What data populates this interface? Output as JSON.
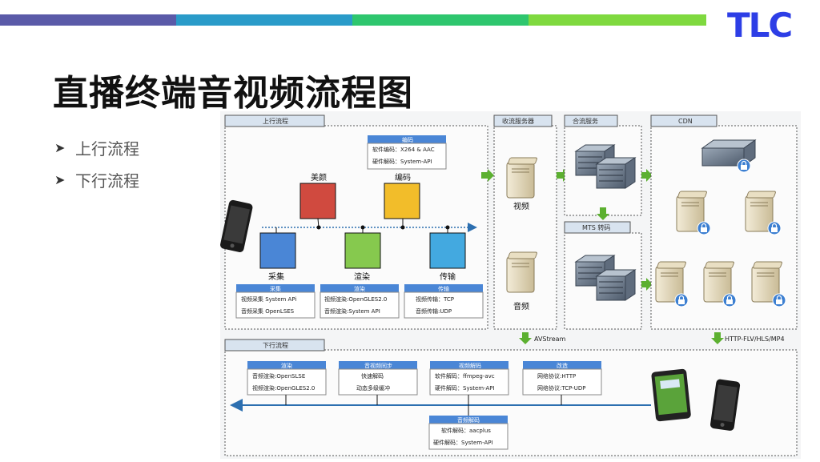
{
  "colors": {
    "bar1": "#5a5aa8",
    "bar2": "#2a9bc9",
    "bar3": "#2ec66e",
    "bar4": "#7fd93f",
    "logo": "#2d3ee6",
    "node_beauty": "#d04a3f",
    "node_encode": "#f2bd2a",
    "node_capture": "#4a86d6",
    "node_render": "#86c94e",
    "node_transmit": "#43a9e0",
    "green_arrow": "#5cb030",
    "timeline": "#2c6fb0"
  },
  "logo_text": "TLC",
  "title": "直播终端音视频流程图",
  "bullets": [
    "上行流程",
    "下行流程"
  ],
  "diagram": {
    "upstream": {
      "header": "上行流程",
      "nodes": {
        "beauty": "美颜",
        "encode": "编码",
        "capture": "采集",
        "render": "渲染",
        "transmit": "传输"
      },
      "encode_box": {
        "title": "编码",
        "items": [
          "软件编码：X264 & AAC",
          "硬件解码：System-API"
        ]
      },
      "capture_box": {
        "title": "采集",
        "items": [
          "视频采集 System APi",
          "音频采集 OpenLSES"
        ]
      },
      "render_box": {
        "title": "渲染",
        "items": [
          "视频渲染:OpenGLES2.0",
          "音频渲染:System API"
        ]
      },
      "transmit_box": {
        "title": "传输",
        "items": [
          "视频传输：TCP",
          "音频传输:UDP"
        ]
      }
    },
    "stream_server": {
      "header": "收流服务器",
      "video": "视频",
      "audio": "音频"
    },
    "merge": {
      "header": "合流服务"
    },
    "mts": {
      "header": "MTS 转码"
    },
    "cdn": {
      "header": "CDN"
    },
    "avstream": "AVStream",
    "http_label": "HTTP-FLV/HLS/MP4",
    "downstream": {
      "header": "下行流程",
      "render_box": {
        "title": "渲染",
        "items": [
          "音频渲染:OpenSLSE",
          "视频渲染:OpenGLES2.0"
        ]
      },
      "sync_box": {
        "title": "音视频同步",
        "items": [
          "快速解码",
          "动态多级缓冲"
        ]
      },
      "vdecode_box": {
        "title": "视频解码",
        "items": [
          "软件解码：ffmpeg-avc",
          "硬件解码：System-API"
        ]
      },
      "protocol_box": {
        "title": "改造",
        "items": [
          "网络协议:HTTP",
          "网络协议:TCP-UDP"
        ]
      },
      "adecode_box": {
        "title": "音频解码",
        "items": [
          "软件解码：aacplus",
          "硬件解码：System-API"
        ]
      }
    }
  }
}
